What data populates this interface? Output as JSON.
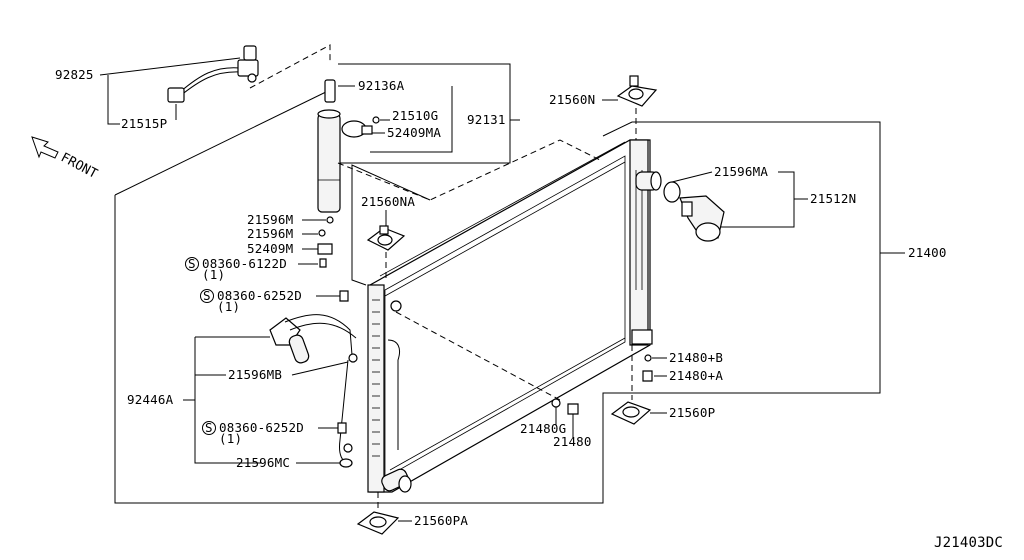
{
  "diagram_code": "J21403DC",
  "front_label": "FRONT",
  "parts": {
    "p92825": "92825",
    "p21515P": "21515P",
    "p92136A": "92136A",
    "p21510G": "21510G",
    "p52409MA": "52409MA",
    "p92131": "92131",
    "p21560N": "21560N",
    "p21596MA": "21596MA",
    "p21512N": "21512N",
    "p21560NA": "21560NA",
    "p21596M_1": "21596M",
    "p21596M_2": "21596M",
    "p52409M": "52409M",
    "p08360_6122D": "08360-6122D",
    "p08360_6122D_qty": "(1)",
    "p08360_6252D_a": "08360-6252D",
    "p08360_6252D_a_qty": "(1)",
    "p21400": "21400",
    "p21480B": "21480+B",
    "p21480A": "21480+A",
    "p92446A": "92446A",
    "p21596MB": "21596MB",
    "p21480G": "21480G",
    "p21480": "21480",
    "p21560P": "21560P",
    "p08360_6252D_b": "08360-6252D",
    "p08360_6252D_b_qty": "(1)",
    "p21596MC": "21596MC",
    "p21560PA": "21560PA",
    "screw_symbol": "S"
  }
}
